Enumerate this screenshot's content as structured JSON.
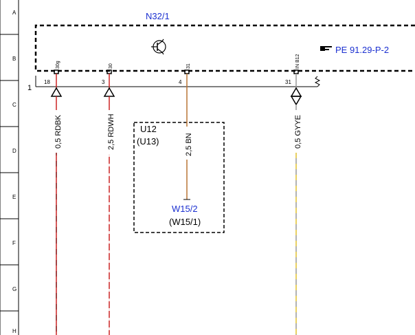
{
  "rows": [
    "A",
    "B",
    "C",
    "D",
    "E",
    "F",
    "G",
    "H"
  ],
  "module": {
    "name": "N32/1",
    "reference_icon": "pointing-hand-icon",
    "reference": "PE 91.29-P-2",
    "transistor_icon": "transistor-icon"
  },
  "connector_label": "1",
  "pins": [
    {
      "id": "18",
      "internal": "30g"
    },
    {
      "id": "3",
      "internal": "30"
    },
    {
      "id": "4",
      "internal": "31"
    },
    {
      "id": "31",
      "internal": "IN B12"
    }
  ],
  "wires": [
    {
      "label": "0,5 RDBK",
      "color_top": "#cc2222",
      "color_dash": "#8b2a2a"
    },
    {
      "label": "2,5 RDWH",
      "color_top": "#cc2222",
      "color_dash": "#ffffff"
    },
    {
      "label": "2,5 BN",
      "color_top": "#b87333",
      "color_dash": "#b87333"
    },
    {
      "label": "0,5 GYYE",
      "color_top": "#999999",
      "color_dash": "#f2d23c"
    }
  ],
  "ground_box": {
    "name": "U12",
    "alt_name": "(U13)",
    "component": "W15/2",
    "component_alt": "(W15/1)"
  }
}
